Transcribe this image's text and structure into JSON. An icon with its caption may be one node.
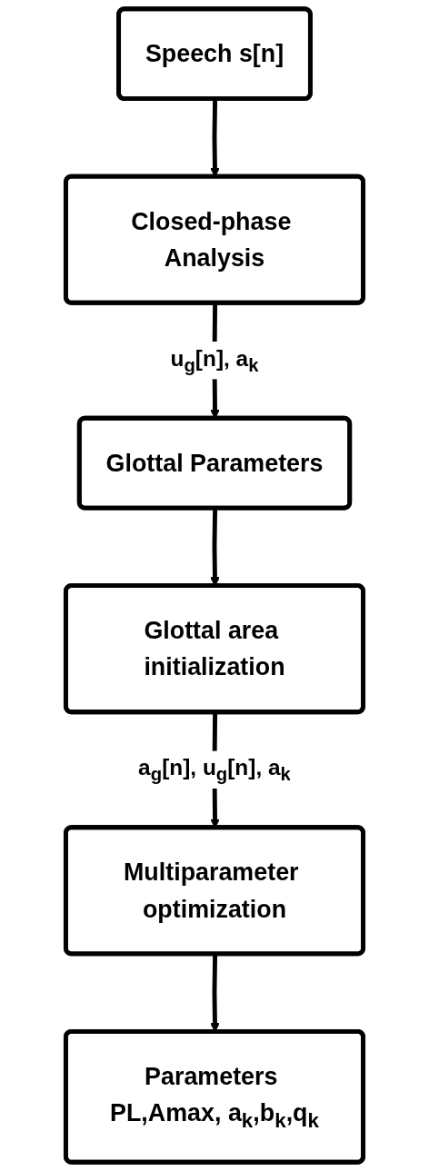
{
  "diagram": {
    "nodes": [
      {
        "text": [
          "Speech s[n]"
        ]
      },
      {
        "text": [
          "Closed-phase Analysis"
        ]
      },
      {
        "text": [
          "Glottal Parameters"
        ]
      },
      {
        "text": [
          "Glottal area initialization"
        ]
      },
      {
        "text": [
          "Multiparameter optimization"
        ]
      },
      {
        "text": [
          "Parameters PL,Amax, a$_{k}$,b$_{k}$,q$_{k}$"
        ]
      }
    ],
    "edges": [
      {
        "from": 0,
        "to": 1,
        "arrow": "to"
      },
      {
        "from": 1,
        "to": 2,
        "arrow": "to",
        "label": "u$_{g}$[n], a$_{k}$"
      },
      {
        "from": 2,
        "to": 3,
        "arrow": "to"
      },
      {
        "from": 3,
        "to": 4,
        "arrow": "to",
        "label": "a$_{g}$[n], u$_{g}$[n], a$_{k}$"
      },
      {
        "from": 4,
        "to": 5,
        "arrow": "to"
      }
    ]
  }
}
